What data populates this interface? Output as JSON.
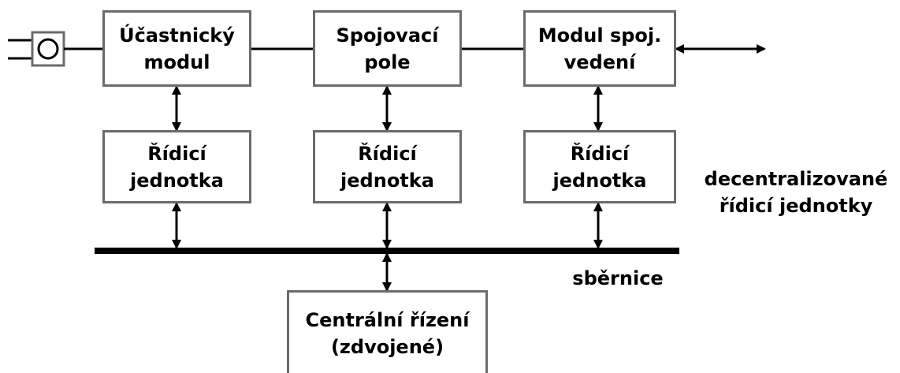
{
  "modules": {
    "subscriber": {
      "line1": "Účastnický",
      "line2": "modul"
    },
    "switching": {
      "line1": "Spojovací",
      "line2": "pole"
    },
    "trunk": {
      "line1": "Modul spoj.",
      "line2": "vedení"
    }
  },
  "control_units": [
    {
      "line1": "Řídicí",
      "line2": "jednotka"
    },
    {
      "line1": "Řídicí",
      "line2": "jednotka"
    },
    {
      "line1": "Řídicí",
      "line2": "jednotka"
    }
  ],
  "central": {
    "line1": "Centrální řízení",
    "line2": "(zdvojené)"
  },
  "labels": {
    "decentralized_line1": "decentralizované",
    "decentralized_line2": "řídicí jednotky",
    "bus": "sběrnice"
  },
  "colors": {
    "box_border": "#6b6b6b",
    "line": "#000000",
    "background": "#ffffff"
  }
}
